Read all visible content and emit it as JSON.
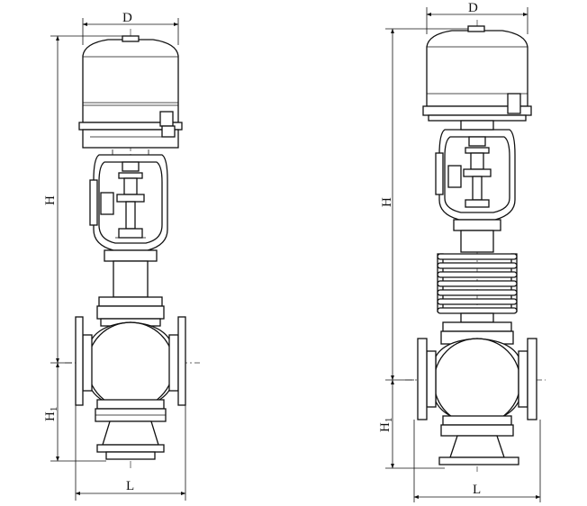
{
  "drawings": [
    {
      "id": "standard-valve",
      "labels": {
        "width": "D",
        "height": "H",
        "flange_height": "H1",
        "length": "L"
      }
    },
    {
      "id": "bellows-valve",
      "labels": {
        "width": "D",
        "height": "H",
        "flange_height": "H1",
        "length": "L"
      }
    }
  ],
  "colors": {
    "line": "#111111",
    "background": "#ffffff"
  }
}
